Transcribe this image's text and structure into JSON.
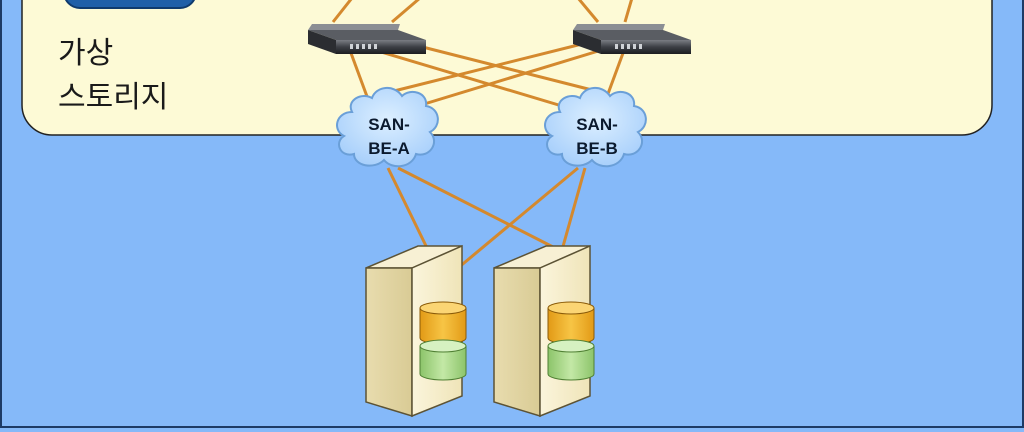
{
  "zone": {
    "label_line1": "가상",
    "label_line2": "스토리지"
  },
  "clouds": [
    {
      "id": "san-be-a",
      "line1": "SAN-",
      "line2": "BE-A"
    },
    {
      "id": "san-be-b",
      "line1": "SAN-",
      "line2": "BE-B"
    }
  ],
  "colors": {
    "background": "#85b9f9",
    "zone_fill": "#fdfad6",
    "link": "#d4892e",
    "cloud": "#b9dbff",
    "disk_top": "#f2b232",
    "disk_bottom": "#a8dc86",
    "server_body": "#f4ecc8"
  },
  "icons": [
    "switch-icon",
    "cloud-icon",
    "storage-server-icon",
    "disk-icon"
  ]
}
